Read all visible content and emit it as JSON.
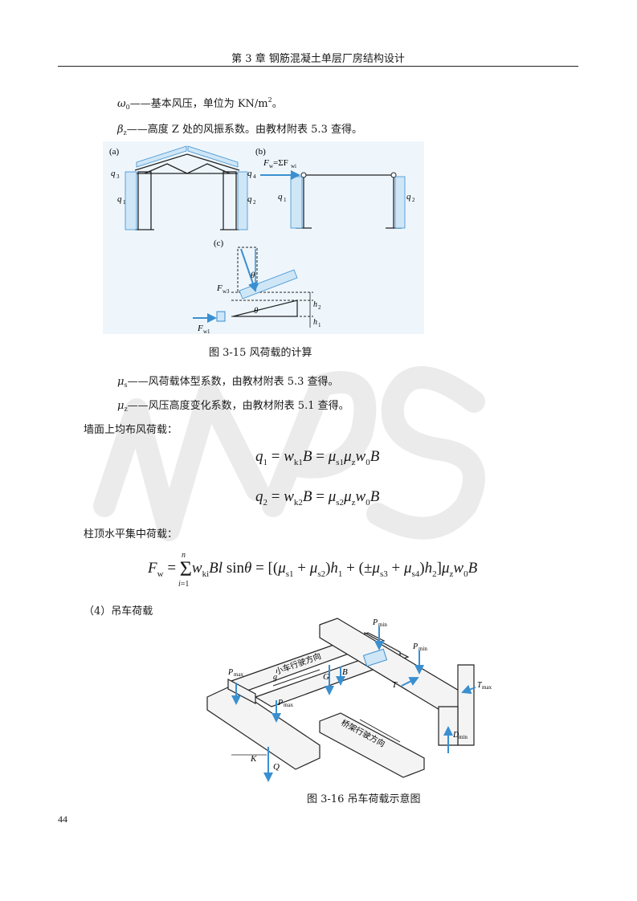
{
  "header": {
    "title": "第 3 章  钢筋混凝土单层厂房结构设计"
  },
  "defs": {
    "omega0": {
      "symbol": "ω",
      "sub": "0",
      "text": "——基本风压，单位为 KN/m",
      "sup": "2",
      "tail": "。"
    },
    "betaz": {
      "symbol": "β",
      "sub": "z",
      "text": "——高度 Z 处的风振系数。由教材附表 5.3 查得。"
    },
    "mus": {
      "symbol": "μ",
      "sub": "s",
      "text": "——风荷载体型系数，由教材附表  5.3 查得。"
    },
    "muz": {
      "symbol": "μ",
      "sub": "z",
      "text": "——风压高度变化系数，由教材附表 5.1 查得。"
    }
  },
  "text": {
    "wall_load": "墙面上均布风荷载：",
    "col_top_load": "柱顶水平集中荷载：",
    "crane_heading": "（4）吊车荷载"
  },
  "figure15": {
    "caption": "图 3-15 风荷载的计算",
    "label_a": "(a)",
    "label_b": "(b)",
    "label_c": "(c)",
    "q1": "q",
    "q2": "q",
    "q3": "q",
    "q4": "q",
    "idx1": "1",
    "idx2": "2",
    "idx3": "3",
    "idx4": "4",
    "fw": "F",
    "fw_sub": "w",
    "fw_eq": "=ΣF",
    "fw_eq_sub": "wi",
    "fw3": "F",
    "fw3_sub": "w3",
    "fw1": "F",
    "fw1_sub": "w1",
    "theta": "θ",
    "h1": "h",
    "h1_sub": "1",
    "h2": "h",
    "h2_sub": "2"
  },
  "figure16": {
    "caption": "图 3-16 吊车荷载示意图",
    "pmin1": "P",
    "pmin1_sub": "min",
    "pmin2": "P",
    "pmin2_sub": "min",
    "pmax1": "P",
    "pmax1_sub": "max",
    "pmax2": "P",
    "pmax2_sub": "max",
    "tmax": "T",
    "tmax_sub": "max",
    "dmin": "D",
    "dmin_sub": "min",
    "g_small": "g",
    "G": "G",
    "B": "B",
    "T": "T",
    "K": "K",
    "Q": "Q",
    "trolley_dir": "小车行驶方向",
    "bridge_dir": "桥架行驶方向"
  },
  "page_number": "44",
  "colors": {
    "load_blue": "#3a8fd0",
    "structure": "#222222",
    "watermark": "#e8e8e8"
  }
}
